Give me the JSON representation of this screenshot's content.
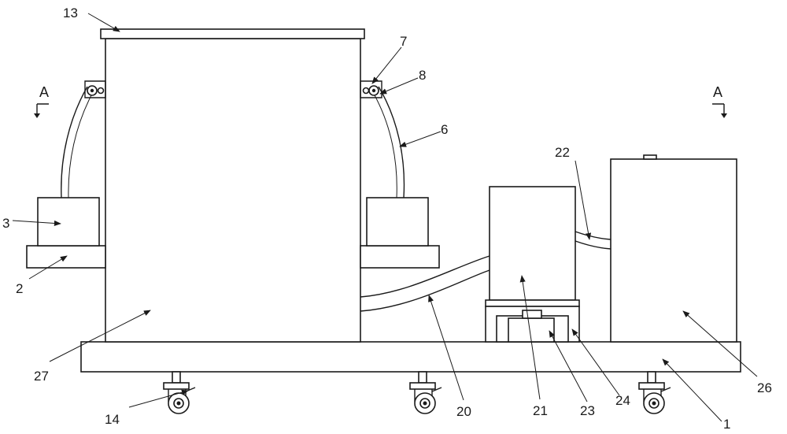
{
  "figure": {
    "section_marks": [
      "A",
      "A"
    ],
    "callouts": [
      {
        "id": "c13",
        "text": "13"
      },
      {
        "id": "c7",
        "text": "7"
      },
      {
        "id": "c8",
        "text": "8"
      },
      {
        "id": "c6",
        "text": "6"
      },
      {
        "id": "c3",
        "text": "3"
      },
      {
        "id": "c2",
        "text": "2"
      },
      {
        "id": "c27",
        "text": "27"
      },
      {
        "id": "c22",
        "text": "22"
      },
      {
        "id": "c14",
        "text": "14"
      },
      {
        "id": "c20",
        "text": "20"
      },
      {
        "id": "c21",
        "text": "21"
      },
      {
        "id": "c23",
        "text": "23"
      },
      {
        "id": "c24",
        "text": "24"
      },
      {
        "id": "c1",
        "text": "1"
      },
      {
        "id": "c26",
        "text": "26"
      }
    ]
  }
}
